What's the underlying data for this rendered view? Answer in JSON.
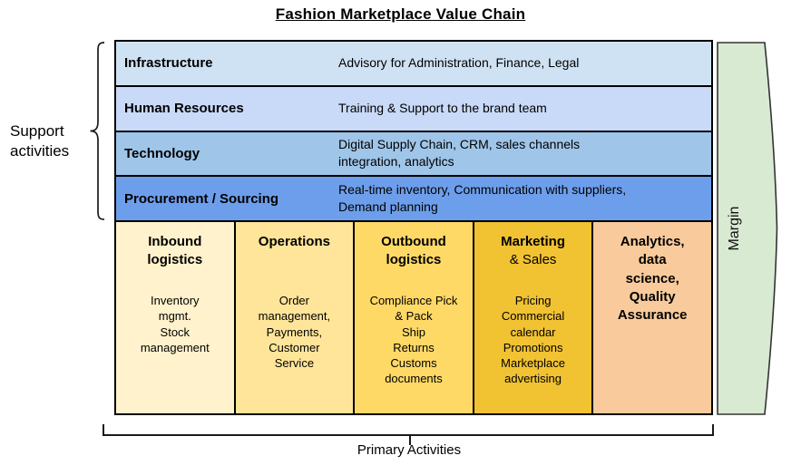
{
  "title": "Fashion Marketplace Value Chain",
  "support": {
    "label": "Support\nactivities",
    "rows": [
      {
        "name": "Infrastructure",
        "desc": "Advisory for Administration, Finance, Legal",
        "color": "#cfe2f3"
      },
      {
        "name": "Human Resources",
        "desc": "Training & Support to the brand team",
        "color": "#c9daf8"
      },
      {
        "name": "Technology",
        "desc": "Digital Supply Chain, CRM, sales channels\nintegration, analytics",
        "color": "#9fc5e8"
      },
      {
        "name": "Procurement / Sourcing",
        "desc": "Real-time inventory, Communication with suppliers,\nDemand planning",
        "color": "#6d9eeb"
      }
    ]
  },
  "primary": {
    "label": "Primary Activities",
    "columns": [
      {
        "heading": "Inbound\nlogistics",
        "body": "Inventory\nmgmt.\nStock\nmanagement",
        "color": "#fff2cc"
      },
      {
        "heading": "Operations",
        "body": "Order\nmanagement,\nPayments,\nCustomer\nService",
        "color": "#ffe599"
      },
      {
        "heading": "Outbound\nlogistics",
        "body": "Compliance Pick\n& Pack\nShip\nReturns\nCustoms\ndocuments",
        "color": "#ffd966"
      },
      {
        "heading": "Marketing",
        "heading_line2": "& Sales",
        "body": "Pricing\nCommercial\ncalendar\nPromotions\nMarketplace\nadvertising",
        "color": "#f1c232"
      },
      {
        "heading": "Analytics,\ndata\nscience,\nQuality\nAssurance",
        "body": "",
        "color": "#f9cb9c"
      }
    ]
  },
  "margin": {
    "label": "Margin",
    "color": "#d9ead3"
  }
}
